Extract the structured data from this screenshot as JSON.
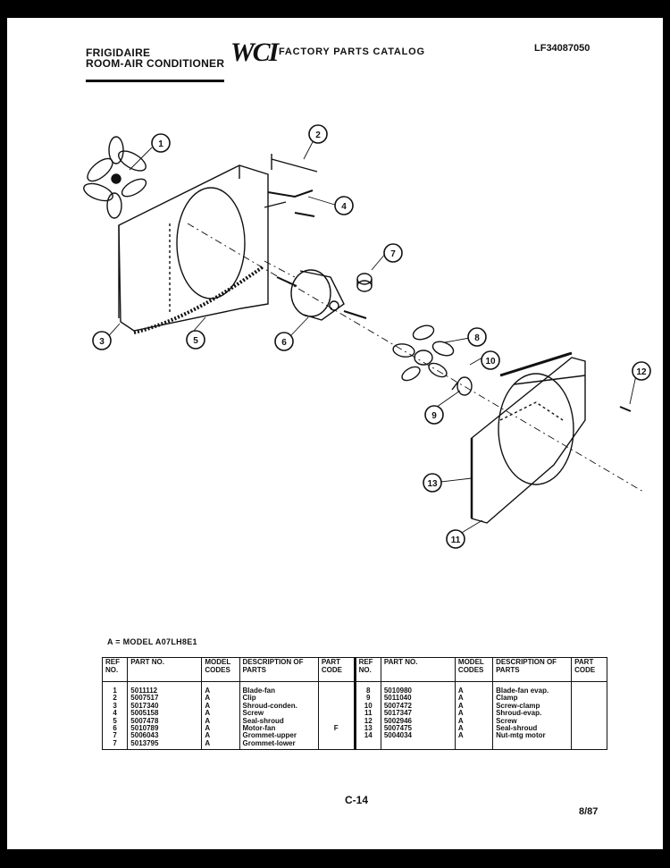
{
  "header": {
    "brand_line1": "FRIGIDAIRE",
    "brand_line2": "ROOM-AIR CONDITIONER",
    "logo": "WCI",
    "catalog_title": "FACTORY PARTS CATALOG",
    "catalog_number": "LF34087050"
  },
  "callouts": [
    "1",
    "2",
    "3",
    "4",
    "5",
    "6",
    "7",
    "8",
    "9",
    "10",
    "11",
    "12",
    "13"
  ],
  "model_note": "A = MODEL A07LH8E1",
  "table": {
    "headers": {
      "ref": "REF NO.",
      "part": "PART NO.",
      "model": "MODEL CODES",
      "desc": "DESCRIPTION OF PARTS",
      "code": "PART CODE"
    },
    "left_rows": [
      {
        "ref": "1",
        "part": "5011112",
        "model": "A",
        "desc": "Blade-fan",
        "code": ""
      },
      {
        "ref": "2",
        "part": "5007517",
        "model": "A",
        "desc": "Clip",
        "code": ""
      },
      {
        "ref": "3",
        "part": "5017340",
        "model": "A",
        "desc": "Shroud-conden.",
        "code": ""
      },
      {
        "ref": "4",
        "part": "5005158",
        "model": "A",
        "desc": "Screw",
        "code": ""
      },
      {
        "ref": "5",
        "part": "5007478",
        "model": "A",
        "desc": "Seal-shroud",
        "code": ""
      },
      {
        "ref": "6",
        "part": "5010789",
        "model": "A",
        "desc": "Motor-fan",
        "code": "F"
      },
      {
        "ref": "7",
        "part": "5006043",
        "model": "A",
        "desc": "Grommet-upper",
        "code": ""
      },
      {
        "ref": "7",
        "part": "5013795",
        "model": "A",
        "desc": "Grommet-lower",
        "code": ""
      }
    ],
    "right_rows": [
      {
        "ref": "8",
        "part": "5010980",
        "model": "A",
        "desc": "Blade-fan evap.",
        "code": ""
      },
      {
        "ref": "9",
        "part": "5011040",
        "model": "A",
        "desc": "Clamp",
        "code": ""
      },
      {
        "ref": "10",
        "part": "5007472",
        "model": "A",
        "desc": "Screw-clamp",
        "code": ""
      },
      {
        "ref": "11",
        "part": "5017347",
        "model": "A",
        "desc": "Shroud-evap.",
        "code": ""
      },
      {
        "ref": "12",
        "part": "5002946",
        "model": "A",
        "desc": "Screw",
        "code": ""
      },
      {
        "ref": "13",
        "part": "5007475",
        "model": "A",
        "desc": "Seal-shroud",
        "code": ""
      },
      {
        "ref": "14",
        "part": "5004034",
        "model": "A",
        "desc": "Nut-mtg motor",
        "code": ""
      },
      {
        "ref": "",
        "part": "",
        "model": "",
        "desc": "",
        "code": ""
      }
    ]
  },
  "footer": {
    "page_id": "C-14",
    "date": "8/87"
  }
}
